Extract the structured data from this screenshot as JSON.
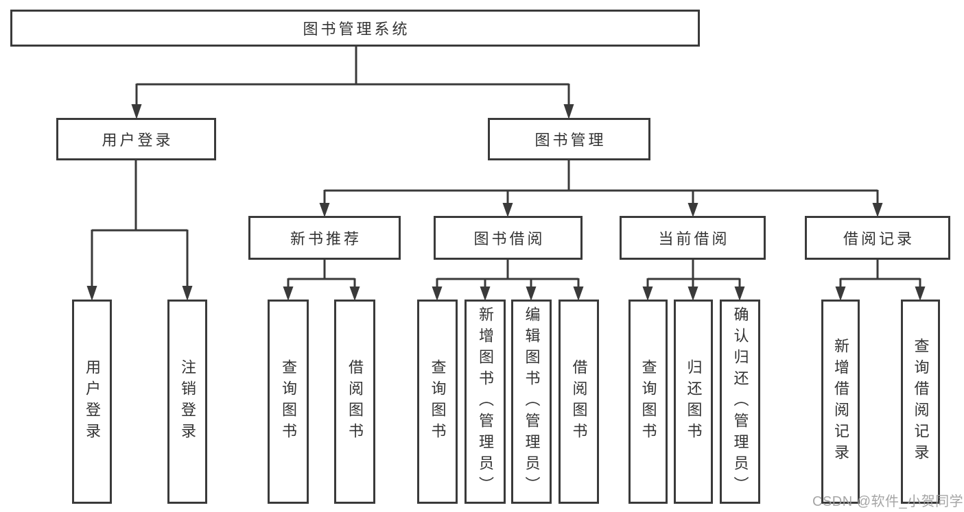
{
  "colors": {
    "background": "#ffffff",
    "line": "#3a3a3a",
    "box-border": "#3a3a3a",
    "text": "#333333",
    "watermark": "#9e9e9e"
  },
  "watermark": {
    "text": "CSDN @软件_小贺同学"
  },
  "tree": {
    "root": {
      "label": "图书管理系统",
      "children": [
        {
          "label": "用户登录",
          "children": [
            {
              "label": "用户登录"
            },
            {
              "label": "注销登录"
            }
          ]
        },
        {
          "label": "图书管理",
          "children": [
            {
              "label": "新书推荐",
              "children": [
                {
                  "label": "查询图书"
                },
                {
                  "label": "借阅图书"
                }
              ]
            },
            {
              "label": "图书借阅",
              "children": [
                {
                  "label": "查询图书"
                },
                {
                  "label": "新增图书（管理员）"
                },
                {
                  "label": "编辑图书（管理员）"
                },
                {
                  "label": "借阅图书"
                }
              ]
            },
            {
              "label": "当前借阅",
              "children": [
                {
                  "label": "查询图书"
                },
                {
                  "label": "归还图书"
                },
                {
                  "label": "确认归还（管理员）"
                }
              ]
            },
            {
              "label": "借阅记录",
              "children": [
                {
                  "label": "新增借阅记录"
                },
                {
                  "label": "查询借阅记录"
                }
              ]
            }
          ]
        }
      ]
    }
  }
}
